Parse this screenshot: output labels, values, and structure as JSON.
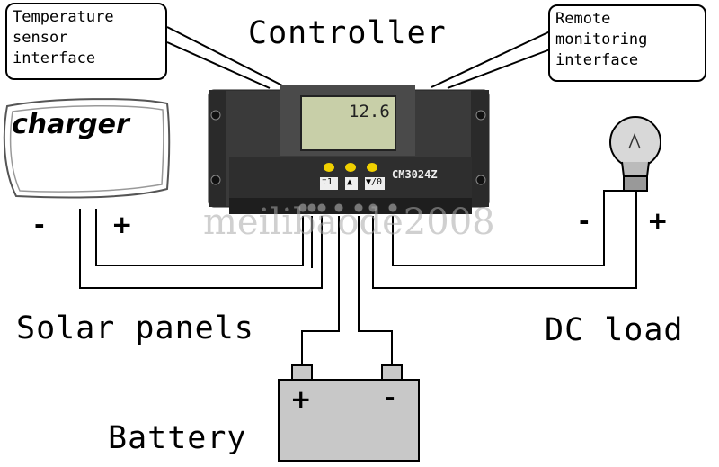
{
  "labels": {
    "temp_sensor": [
      "Temperature",
      "sensor",
      "interface"
    ],
    "controller": "Controller",
    "remote": [
      "Remote",
      "monitoring",
      "interface"
    ],
    "charger": "charger",
    "solar_panels": "Solar panels",
    "dc_load": "DC load",
    "battery": "Battery",
    "solar_minus": "-",
    "solar_plus": "+",
    "load_minus": "-",
    "load_plus": "+",
    "battery_plus": "+",
    "battery_minus": "-"
  },
  "device": {
    "lcd_value": "12.6",
    "model": "CM3024Z",
    "button_icons": [
      "t1",
      "▲",
      "▼/0"
    ]
  },
  "watermark": "meilibaode2008",
  "colors": {
    "wire": "#000000",
    "controller_body": "#3a3a3a",
    "lcd": "#c8cfa8",
    "indicator": "#f0d000",
    "battery": "#c8c8c8"
  }
}
